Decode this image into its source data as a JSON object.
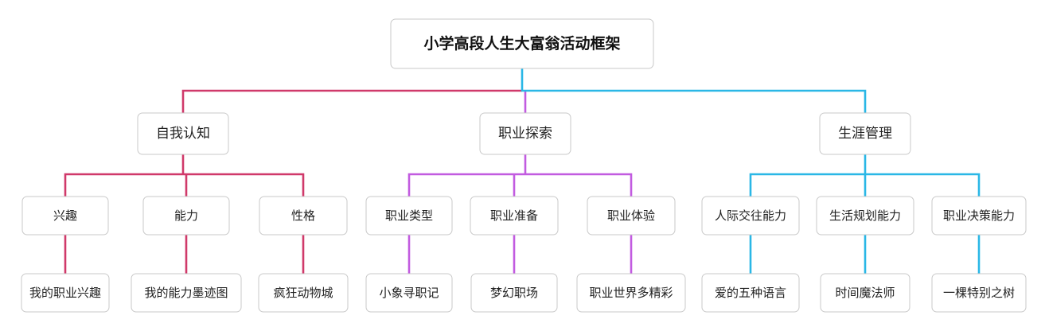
{
  "root": {
    "label": "小学高段人生大富翁活动框架"
  },
  "colors": {
    "self": "#d0396a",
    "career": "#c25be0",
    "life": "#2ab7e6",
    "box_border": "#c9c9c9",
    "text": "#222222"
  },
  "branches": [
    {
      "label": "自我认知",
      "color_key": "self",
      "children": [
        {
          "label": "兴趣",
          "leaf": "我的职业兴趣"
        },
        {
          "label": "能力",
          "leaf": "我的能力墨迹图"
        },
        {
          "label": "性格",
          "leaf": "疯狂动物城"
        }
      ]
    },
    {
      "label": "职业探索",
      "color_key": "career",
      "children": [
        {
          "label": "职业类型",
          "leaf": "小象寻职记"
        },
        {
          "label": "职业准备",
          "leaf": "梦幻职场"
        },
        {
          "label": "职业体验",
          "leaf": "职业世界多精彩"
        }
      ]
    },
    {
      "label": "生涯管理",
      "color_key": "life",
      "children": [
        {
          "label": "人际交往能力",
          "leaf": "爱的五种语言"
        },
        {
          "label": "生活规划能力",
          "leaf": "时间魔法师"
        },
        {
          "label": "职业决策能力",
          "leaf": "一棵特别之树"
        }
      ]
    }
  ]
}
